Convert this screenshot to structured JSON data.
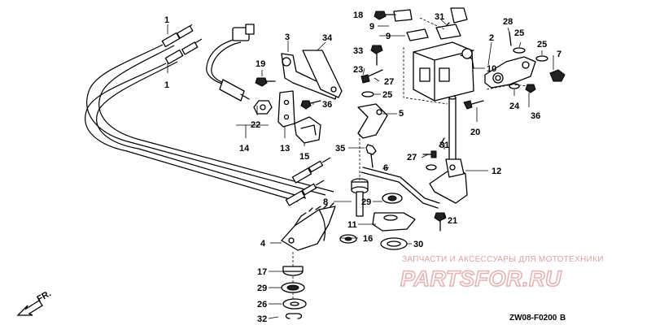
{
  "diagram": {
    "labels": [
      "1",
      "1",
      "2",
      "3",
      "4",
      "5",
      "6",
      "7",
      "8",
      "9",
      "9",
      "10",
      "11",
      "12",
      "13",
      "14",
      "15",
      "16",
      "17",
      "18",
      "19",
      "20",
      "21",
      "22",
      "23",
      "24",
      "25",
      "25",
      "25",
      "26",
      "27",
      "27",
      "28",
      "29",
      "29",
      "30",
      "31",
      "31",
      "32",
      "33",
      "34",
      "35",
      "36",
      "36"
    ],
    "front_marker": "FR.",
    "diagram_code": "ZW08-F0200",
    "diagram_code_suffix": "B"
  },
  "watermark": {
    "tagline": "ЗАПЧАСТИ И АКСЕССУАРЫ ДЛЯ МОТОТЕХНИКИ",
    "site": "PARTSFOR.RU"
  }
}
